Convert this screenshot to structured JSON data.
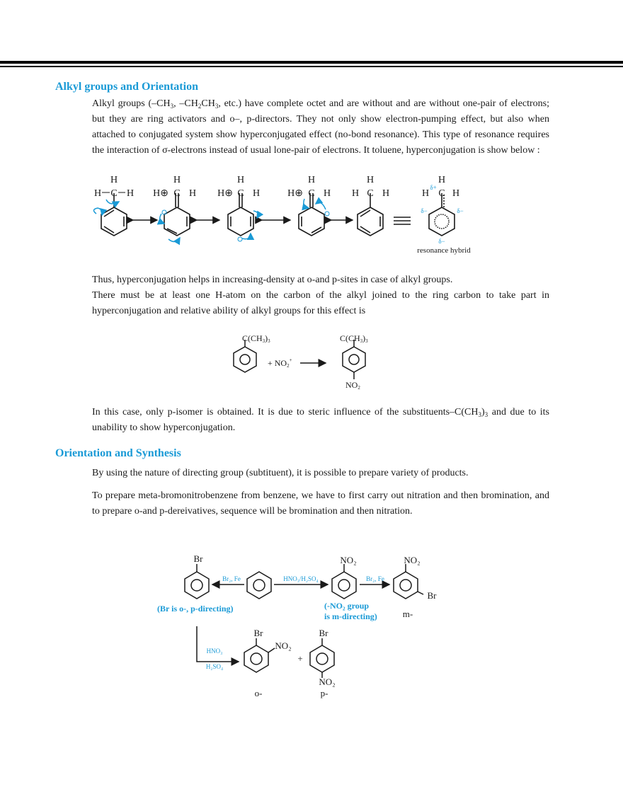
{
  "page": {
    "header_rules": [
      "thick",
      "thin"
    ],
    "accent_color": "#1a9ad6"
  },
  "section1": {
    "heading": "Alkyl groups and Orientation",
    "para1": {
      "t1": "Alkyl groups (–CH",
      "s1": "3",
      "t2": ", –CH",
      "s2": "2",
      "t3": "CH",
      "s3": "3",
      "t4": ", etc.) have complete octet and are without and are without one-pair of electrons; but they are ring activators and o–, p-directors. They not only show electron-pumping effect, but also when attached to conjugated system show hyperconjugated effect (no-bond resonance). This type of resonance requires the interaction of σ-electrons instead of usual lone-pair of electrons. It toluene, hyperconjugation is show below :"
    },
    "resonance_figure": {
      "structures": [
        {
          "top": "H",
          "left": "H",
          "center": "C",
          "right": "H"
        },
        {
          "top": "H",
          "left": "H⊕",
          "center": "C",
          "right": "H"
        },
        {
          "top": "H",
          "left": "H⊕",
          "center": "C",
          "right": "H"
        },
        {
          "top": "H",
          "left": "H⊕",
          "center": "C",
          "right": "H"
        },
        {
          "top": "H",
          "left": "H",
          "center": "C",
          "right": "H"
        },
        {
          "top": "H",
          "left": "H",
          "left_charge": "δ+",
          "center": "C",
          "right": "H"
        }
      ],
      "arrows": [
        "↔",
        "↔",
        "↔",
        "↔",
        "≡"
      ],
      "delta_minus": "δ−",
      "caption": "resonance hybrid"
    },
    "para2": "Thus, hyperconjugation helps in increasing-density at o-and p-sites in case of alkyl groups.",
    "para3": "There must be at least one H-atom on the carbon of the alkyl joined to the ring carbon to take part in hyperconjugation and relative ability of alkyl groups for this effect is",
    "reaction": {
      "reactant_group": "C(CH",
      "reactant_sub1": "3",
      "reactant_close": ")",
      "reactant_sub2": "3",
      "reagent": "+ NO",
      "reagent_sub": "2",
      "reagent_sup": "+",
      "product_group": "C(CH",
      "product_sub1": "3",
      "product_close": ")",
      "product_sub2": "3",
      "product_para": "NO",
      "product_para_sub": "2"
    },
    "para4": {
      "t1": "In this case, only p-isomer is obtained. It is due to steric influence of the substituents–C(CH",
      "s1": "3",
      "t2": ")",
      "s2": "3",
      "t3": " and due to its unability to show hyperconjugation."
    }
  },
  "section2": {
    "heading": "Orientation and Synthesis",
    "para1": "By using the nature of directing group (subtituent), it is possible to prepare variety of products.",
    "para2": "To prepare meta-bromonitrobenzene from benzene, we have to first carry out nitration and then bromination, and to prepare o-and p-dereivatives, sequence will be bromination and then nitration.",
    "scheme": {
      "bromobenzene_label": "Br",
      "reagent_left": "Br₂, Fe",
      "reagent_right": "HNO₃/H₂SO₄",
      "nitrobenzene_label": "NO₂",
      "reagent_bromination": "Br₂, Fe",
      "meta_no2": "NO₂",
      "meta_br": "Br",
      "note_br": "(Br is o-, p-directing)",
      "note_no2_line1": "(-NO₂ group",
      "note_no2_line2": "is m-directing)",
      "meta_label": "m-",
      "nitration_reagent1": "HNO₃",
      "nitration_reagent2": "H₂SO₄",
      "ortho_br": "Br",
      "ortho_no2": "NO₂",
      "plus": "+",
      "para_br": "Br",
      "para_no2": "NO₂",
      "ortho_label": "o-",
      "para_label": "p-"
    }
  }
}
